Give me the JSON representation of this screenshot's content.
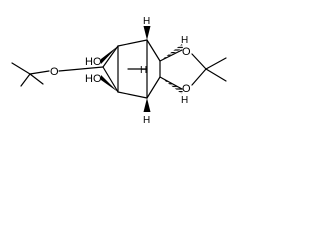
{
  "structure": {
    "atoms": {
      "h_top_left": "H",
      "h_top_right": "H",
      "h_mid": "H",
      "h_bottom_left": "H",
      "h_bottom_right": "H",
      "ho_upper": "HO",
      "ho_lower": "HO",
      "o_ether": "O",
      "o_ring_top": "O",
      "o_ring_bottom": "O"
    }
  }
}
